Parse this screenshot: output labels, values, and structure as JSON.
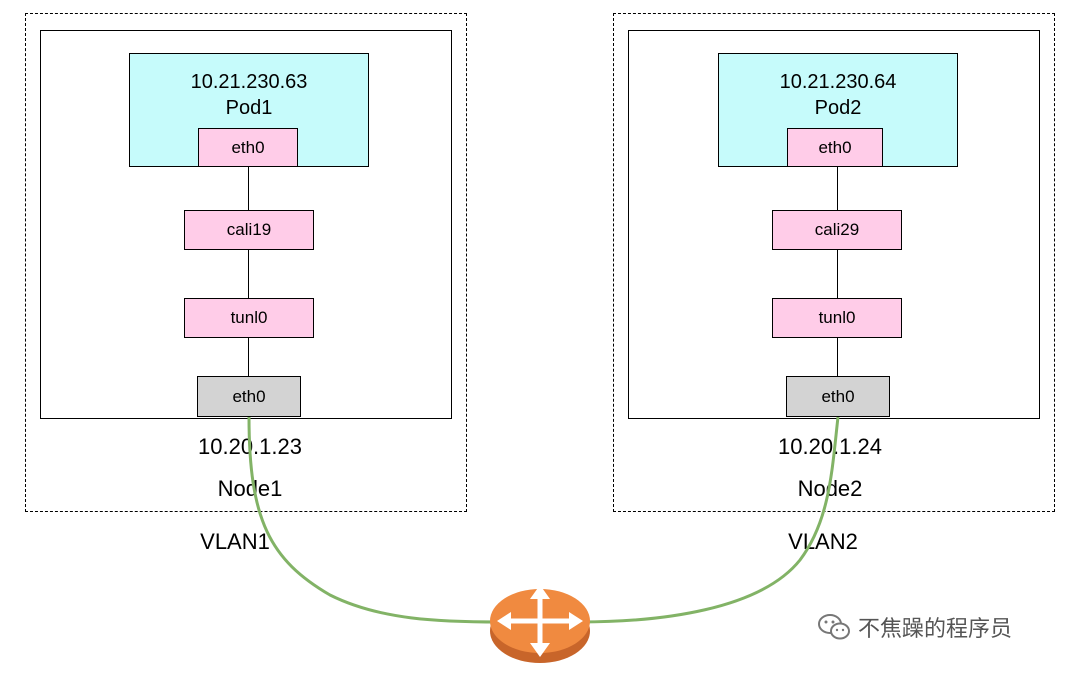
{
  "left": {
    "pod_ip": "10.21.230.63",
    "pod_name": "Pod1",
    "pod_iface": "eth0",
    "cali": "cali19",
    "tunl": "tunl0",
    "host_iface": "eth0",
    "node_ip": "10.20.1.23",
    "node_name": "Node1",
    "vlan": "VLAN1"
  },
  "right": {
    "pod_ip": "10.21.230.64",
    "pod_name": "Pod2",
    "pod_iface": "eth0",
    "cali": "cali29",
    "tunl": "tunl0",
    "host_iface": "eth0",
    "node_ip": "10.20.1.24",
    "node_name": "Node2",
    "vlan": "VLAN2"
  },
  "router_icon": "router-icon",
  "watermark": {
    "icon": "wechat-icon",
    "text": "不焦躁的程序员"
  },
  "colors": {
    "pod_fill": "#c6fbfb",
    "iface_pink": "#ffcce8",
    "iface_gray": "#d3d3d3",
    "cable": "#82b366",
    "router": "#f08a40"
  }
}
